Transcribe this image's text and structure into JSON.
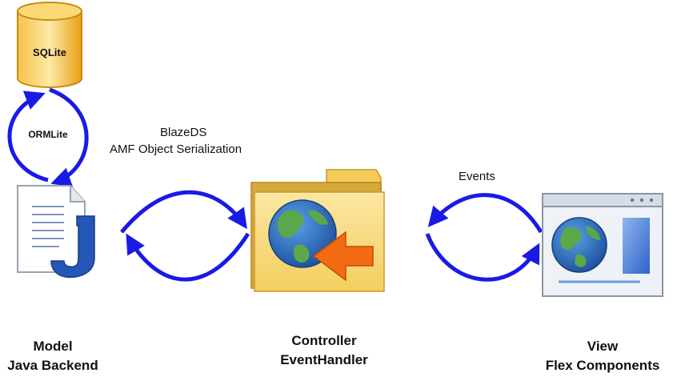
{
  "database": {
    "label": "SQLite"
  },
  "orm": {
    "label": "ORMLite"
  },
  "transport": {
    "line1": "BlazeDS",
    "line2": "AMF Object Serialization"
  },
  "events": {
    "label": "Events"
  },
  "model": {
    "title": "Model",
    "subtitle": "Java Backend",
    "icon": "java-file-icon"
  },
  "controller": {
    "title": "Controller",
    "subtitle": "EventHandler",
    "icon": "folder-globe-icon"
  },
  "view": {
    "title": "View",
    "subtitle": "Flex Components",
    "icon": "browser-window-icon"
  },
  "colors": {
    "arrow": "#1a1ae6",
    "db_fill": "#f5b62a",
    "folder_fill": "#f7d879",
    "accent_orange": "#f26b12"
  }
}
